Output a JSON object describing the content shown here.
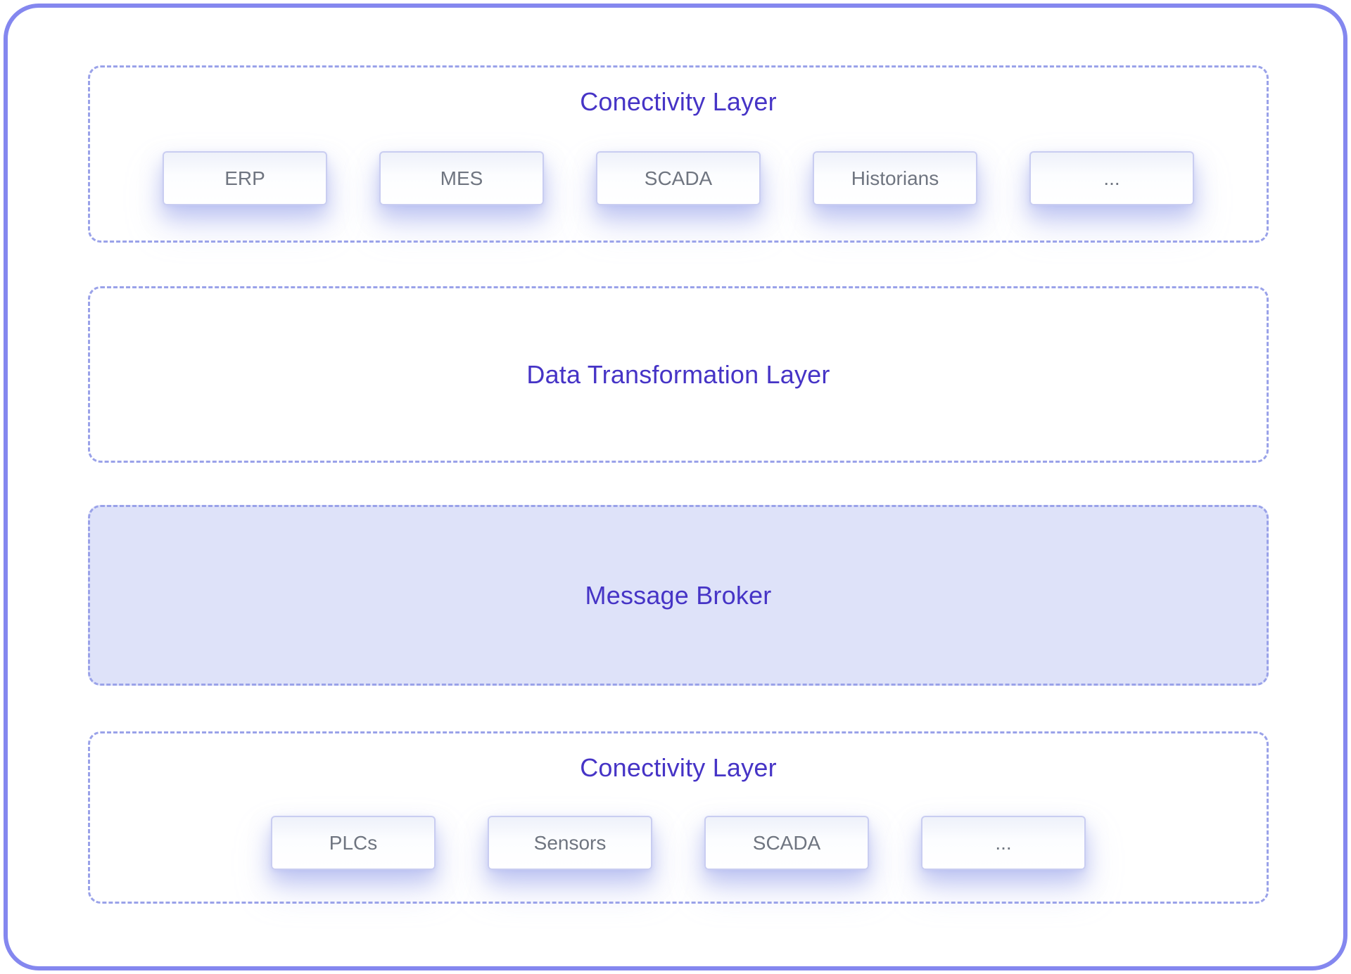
{
  "colors": {
    "frame_border": "#8487ef",
    "dashed_border": "#9aa2e9",
    "layer_title_text": "#4634c6",
    "message_broker_fill": "#dee2f9",
    "component_box_text": "#6f7580",
    "component_box_border": "#c9cdf1"
  },
  "sections": [
    {
      "id": "connectivity-top",
      "title": "Conectivity Layer",
      "boxes": [
        "ERP",
        "MES",
        "SCADA",
        "Historians",
        "..."
      ]
    },
    {
      "id": "data-transformation",
      "title": "Data Transformation Layer",
      "boxes": []
    },
    {
      "id": "message-broker",
      "title": "Message Broker",
      "boxes": []
    },
    {
      "id": "connectivity-bottom",
      "title": "Conectivity Layer",
      "boxes": [
        "PLCs",
        "Sensors",
        "SCADA",
        "..."
      ]
    }
  ]
}
